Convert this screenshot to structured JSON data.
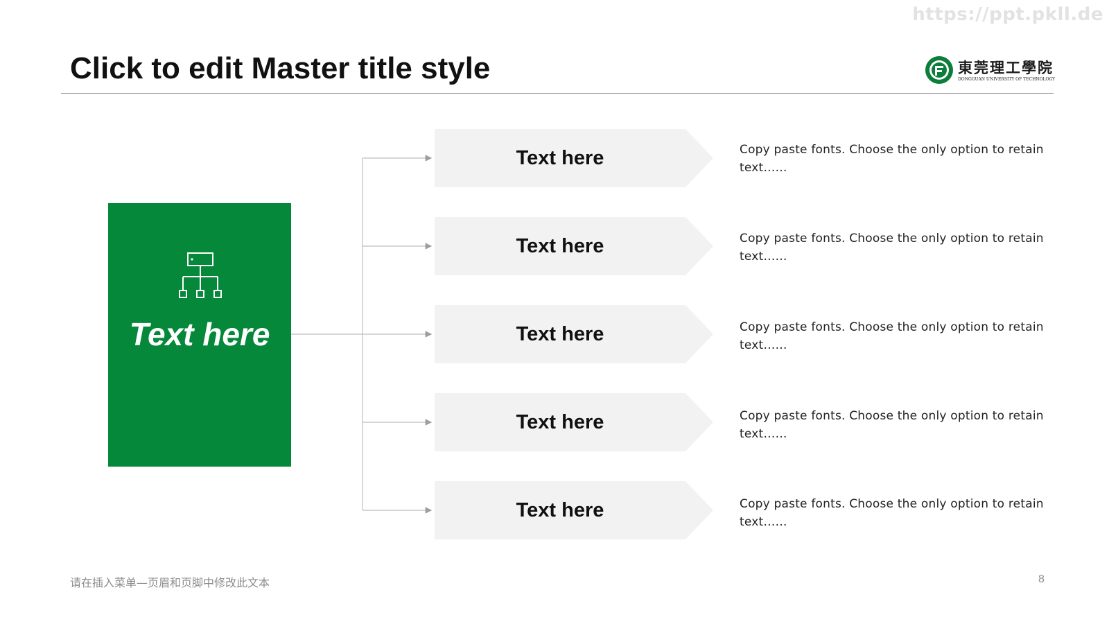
{
  "watermark": "https://ppt.pkll.de",
  "slide": {
    "title": "Click to edit Master title style",
    "footer": "请在插入菜单—页眉和页脚中修改此文本",
    "page_number": "8"
  },
  "logo": {
    "name": "東莞理工學院",
    "subtitle": "DONGGUAN UNIVERSITY OF TECHNOLOGY"
  },
  "center": {
    "icon": "org-chart-icon",
    "label": "Text here"
  },
  "items": [
    {
      "label": "Text here",
      "desc": "Copy paste fonts. Choose the only option to retain text……"
    },
    {
      "label": "Text here",
      "desc": "Copy paste fonts. Choose the only option to retain text……"
    },
    {
      "label": "Text here",
      "desc": "Copy paste fonts. Choose the only option to retain text……"
    },
    {
      "label": "Text here",
      "desc": "Copy paste fonts. Choose the only option to retain text……"
    },
    {
      "label": "Text here",
      "desc": "Copy paste fonts. Choose the only option to retain text……"
    }
  ],
  "colors": {
    "accent_green": "#06883a",
    "arrow_fill": "#f2f2f2",
    "connector": "#bdbdbd"
  }
}
